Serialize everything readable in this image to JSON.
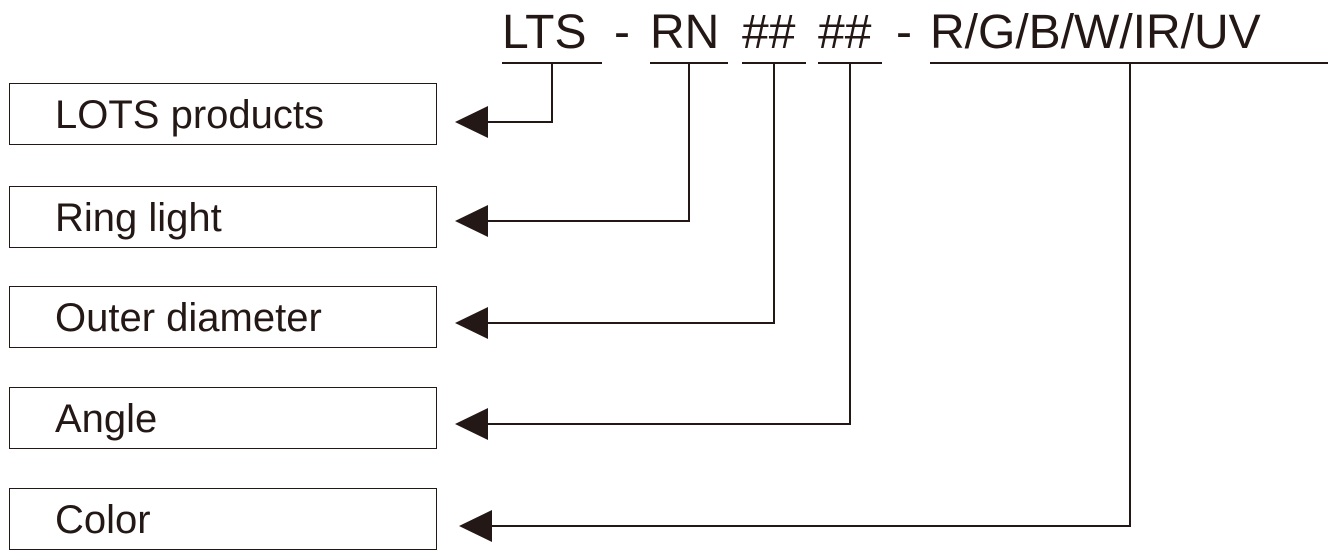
{
  "code": {
    "prefix": "LTS",
    "sep1": "-",
    "type": "RN",
    "diameter": "##",
    "angle": "##",
    "sep2": "-",
    "colors": "R/G/B/W/IR/UV"
  },
  "boxes": [
    {
      "label": "LOTS products"
    },
    {
      "label": "Ring light"
    },
    {
      "label": "Outer diameter"
    },
    {
      "label": "Angle"
    },
    {
      "label": "Color"
    }
  ],
  "colors": {
    "ink": "#231815"
  }
}
